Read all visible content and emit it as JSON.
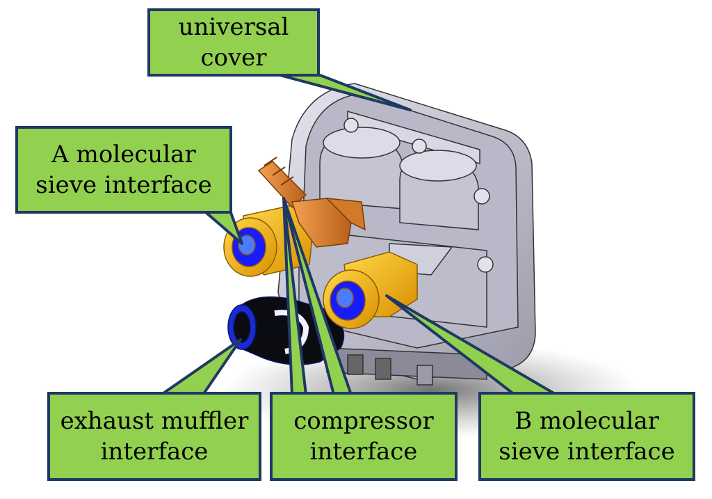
{
  "callouts": {
    "universal_cover": "universal\ncover",
    "a_sieve": "A molecular\nsieve interface",
    "exhaust": "exhaust muffler\ninterface",
    "compressor": "compressor\ninterface",
    "b_sieve": "B molecular\nsieve interface"
  },
  "colors": {
    "callout_fill": "#92d050",
    "callout_border": "#1f3864",
    "housing": "#c9c9d6",
    "brass": "#f5b400",
    "copper": "#e08a30",
    "port_blue": "#1a1aff"
  }
}
